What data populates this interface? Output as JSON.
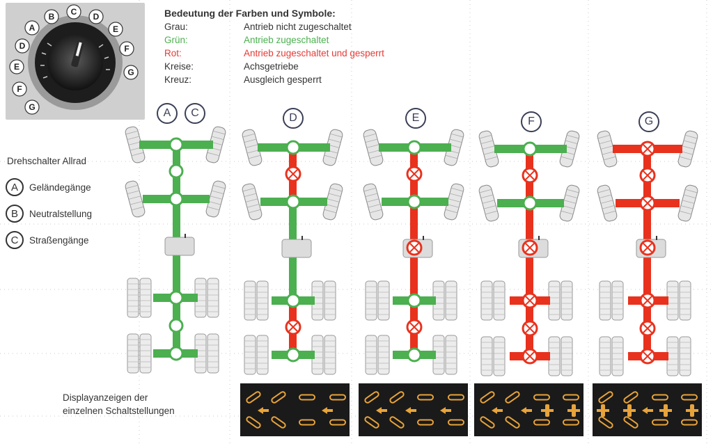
{
  "legend": {
    "title": "Bedeutung der Farben und Symbole:",
    "rows": [
      {
        "key": "Grau:",
        "value": "Antrieb nicht zugeschaltet",
        "color": "#333333"
      },
      {
        "key": "Grün:",
        "value": "Antrieb zugeschaltet",
        "color": "#4caf50"
      },
      {
        "key": "Rot:",
        "value": "Antrieb zugeschaltet und gesperrt",
        "color": "#e53935"
      },
      {
        "key": "Kreise:",
        "value": "Achsgetriebe",
        "color": "#333333"
      },
      {
        "key": "Kreuz:",
        "value": "Ausgleich gesperrt",
        "color": "#333333"
      }
    ]
  },
  "side": {
    "heading": "Drehschalter Allrad",
    "items": [
      {
        "letter": "A",
        "label": "Geländegänge"
      },
      {
        "letter": "B",
        "label": "Neutralstellung"
      },
      {
        "letter": "C",
        "label": "Straßengänge"
      }
    ]
  },
  "knob": {
    "labels": [
      "A",
      "B",
      "C",
      "D",
      "E",
      "F",
      "G",
      "D",
      "E",
      "F",
      "G"
    ]
  },
  "columns": [
    {
      "labels": [
        "A",
        "C"
      ]
    },
    {
      "labels": [
        "D"
      ]
    },
    {
      "labels": [
        "E"
      ]
    },
    {
      "labels": [
        "F"
      ]
    },
    {
      "labels": [
        "G"
      ]
    }
  ],
  "bottom_text": "Displayanzeigen der einzelnen Schaltstellungen",
  "colors": {
    "green": "#4caf50",
    "red": "#e8321e",
    "grey": "#d8d8d8",
    "display_bg": "#1a1a1a",
    "display_icon": "#e8a33a"
  }
}
